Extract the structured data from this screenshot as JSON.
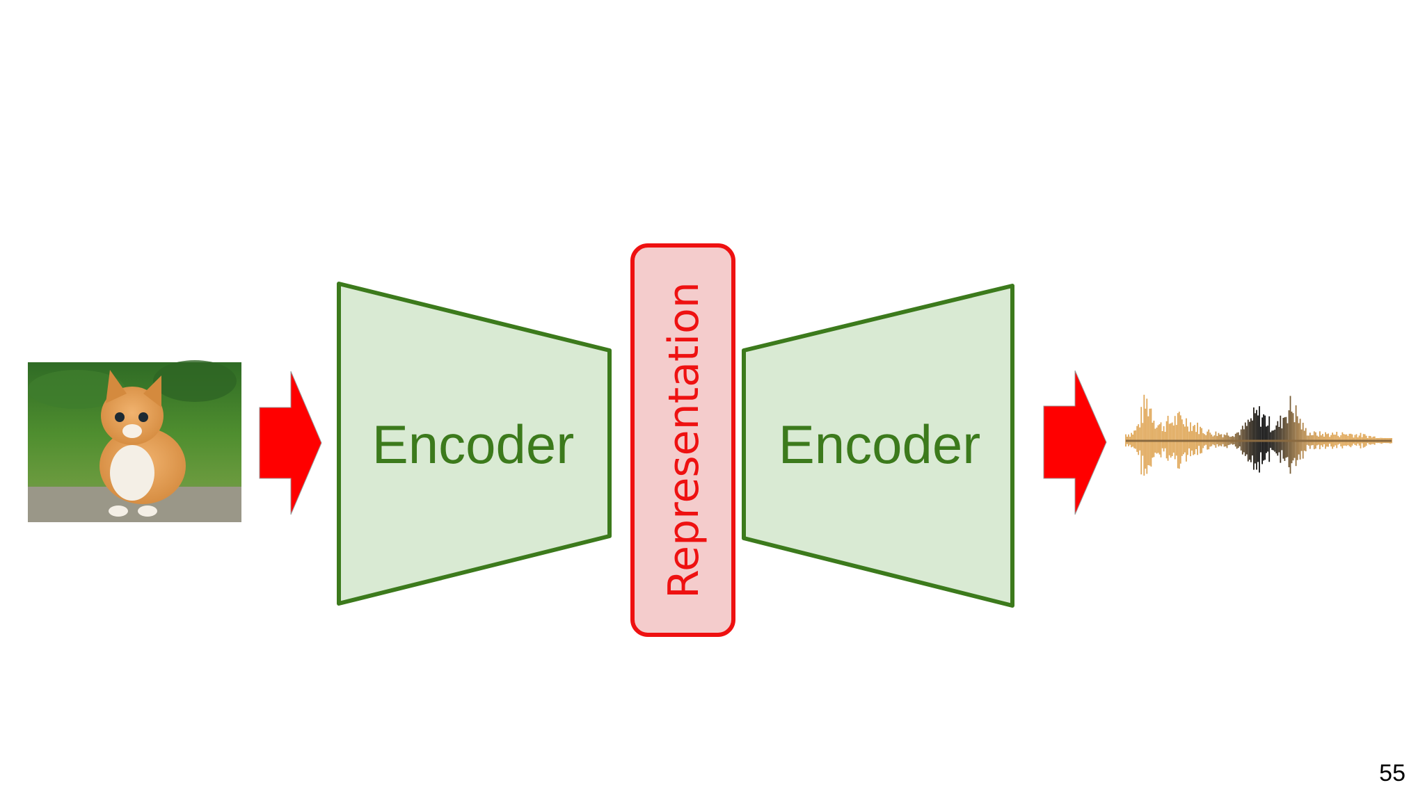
{
  "diagram": {
    "encoder_label": "Encoder",
    "decoder_label": "Encoder",
    "representation_label": "Representation",
    "input_image": "kitten photo",
    "output_signal": "audio waveform"
  },
  "colors": {
    "block_fill": "#d9ead3",
    "block_stroke": "#3c7a1c",
    "block_text": "#3c7a1c",
    "representation_fill": "#f4cccc",
    "representation_stroke": "#ee1111",
    "representation_text": "#ee1111",
    "arrow_fill": "#ff0000",
    "waveform_light": "#e0a85a",
    "waveform_dark": "#111111"
  },
  "page_number": "55"
}
